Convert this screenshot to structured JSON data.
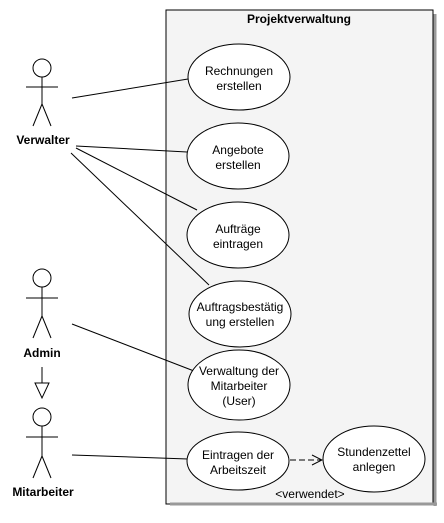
{
  "system": {
    "title": "Projektverwaltung",
    "fill": "#f4f4f4"
  },
  "actors": {
    "verwalter": "Verwalter",
    "admin": "Admin",
    "mitarbeiter": "Mitarbeiter"
  },
  "use_cases": {
    "rechnungen": [
      "Rechnungen",
      "erstellen"
    ],
    "angebote": [
      "Angebote",
      "erstellen"
    ],
    "auftraege": [
      "Aufträge",
      "eintragen"
    ],
    "bestaetigung": [
      "Auftragsbestätig",
      "ung erstellen"
    ],
    "mitarbeiterverwaltung": [
      "Verwaltung der",
      "Mitarbeiter",
      "(User)"
    ],
    "arbeitszeit": [
      "Eintragen der",
      "Arbeitszeit"
    ],
    "stundenzettel": [
      "Stundenzettel",
      "anlegen"
    ]
  },
  "relation_label": "<verwendet>"
}
